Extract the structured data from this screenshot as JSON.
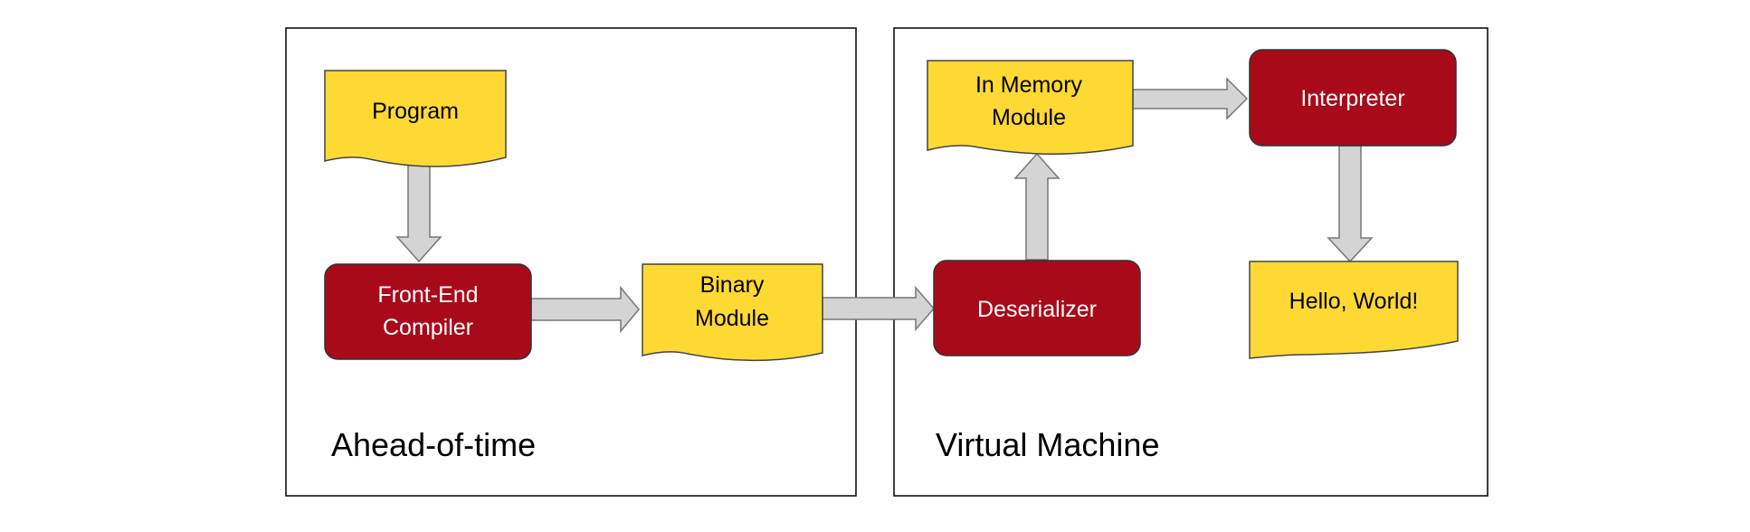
{
  "colors": {
    "document_fill": "#FFD933",
    "process_fill": "#A90A1A",
    "arrow_fill": "#D4D4D4",
    "panel_stroke": "#000000"
  },
  "panels": {
    "ahead_of_time": {
      "label": "Ahead-of-time"
    },
    "virtual_machine": {
      "label": "Virtual Machine"
    }
  },
  "nodes": {
    "program": {
      "line1": "Program",
      "shape": "document"
    },
    "front_end_compiler": {
      "line1": "Front-End",
      "line2": "Compiler",
      "shape": "process"
    },
    "binary_module": {
      "line1": "Binary",
      "line2": "Module",
      "shape": "document"
    },
    "deserializer": {
      "line1": "Deserializer",
      "shape": "process"
    },
    "in_memory_module": {
      "line1": "In Memory",
      "line2": "Module",
      "shape": "document"
    },
    "interpreter": {
      "line1": "Interpreter",
      "shape": "process"
    },
    "hello_world": {
      "line1": "Hello, World!",
      "shape": "document"
    }
  },
  "edges": [
    {
      "from": "program",
      "to": "front_end_compiler"
    },
    {
      "from": "front_end_compiler",
      "to": "binary_module"
    },
    {
      "from": "binary_module",
      "to": "deserializer"
    },
    {
      "from": "deserializer",
      "to": "in_memory_module"
    },
    {
      "from": "in_memory_module",
      "to": "interpreter"
    },
    {
      "from": "interpreter",
      "to": "hello_world"
    }
  ]
}
